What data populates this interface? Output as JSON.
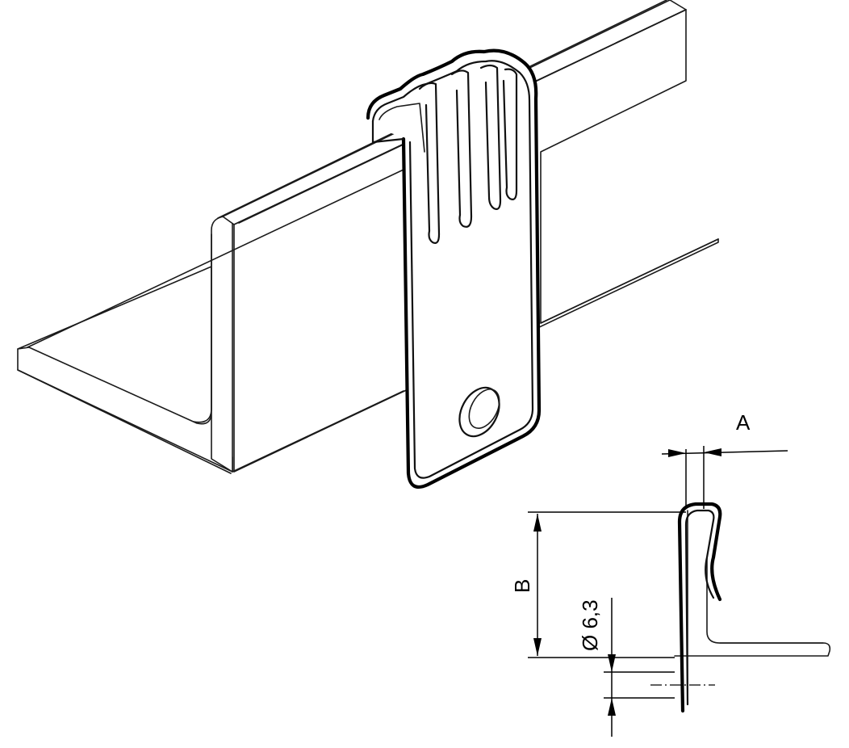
{
  "diagram": {
    "labels": {
      "dim_a": "A",
      "dim_b": "B",
      "dim_hole": "Ø 6,3"
    },
    "colors": {
      "line": "#000000",
      "background": "#ffffff"
    }
  }
}
